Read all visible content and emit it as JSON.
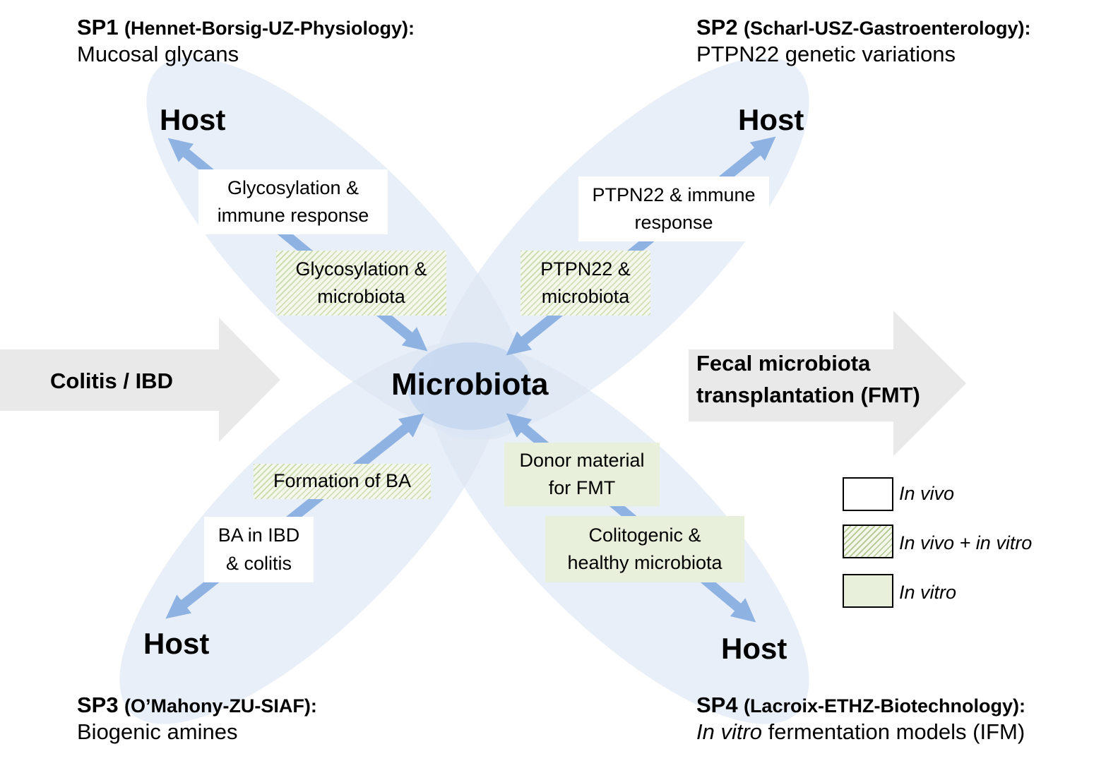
{
  "sp1": {
    "code": "SP1",
    "group": "(Hennet-Borsig-UZ-Physiology):",
    "topic": "Mucosal glycans"
  },
  "sp2": {
    "code": "SP2",
    "group": "(Scharl-USZ-Gastroenterology):",
    "topic": "PTPN22 genetic variations"
  },
  "sp3": {
    "code": "SP3",
    "group": "(O’Mahony-ZU-SIAF):",
    "topic": "Biogenic amines"
  },
  "sp4": {
    "code": "SP4",
    "group": "(Lacroix-ETHZ-Biotechnology):",
    "topic_italic": "In vitro",
    "topic_rest": " fermentation models (IFM)"
  },
  "host_label": "Host",
  "center_label": "Microbiota",
  "left_arrow_label": "Colitis / IBD",
  "right_arrow_label": {
    "line1": "Fecal microbiota",
    "line2": "transplantation (FMT)"
  },
  "boxes": {
    "sp1_invivo": {
      "line1": "Glycosylation &",
      "line2": "immune response"
    },
    "sp1_hatched": {
      "line1": "Glycosylation &",
      "line2": "microbiota"
    },
    "sp2_invivo": {
      "line1": "PTPN22 & immune",
      "line2": "response"
    },
    "sp2_hatched": {
      "line1": "PTPN22 &",
      "line2": "microbiota"
    },
    "sp3_hatched": {
      "line1": "Formation of BA"
    },
    "sp3_invivo": {
      "line1": "BA in IBD",
      "line2": "& colitis"
    },
    "sp4_invitro_top": {
      "line1": "Donor material",
      "line2": "for FMT"
    },
    "sp4_invitro_bottom": {
      "line1": "Colitogenic &",
      "line2": "healthy microbiota"
    }
  },
  "legend": [
    {
      "type": "invivo",
      "label": "In vivo"
    },
    {
      "type": "hatched",
      "label": "In vivo + in vitro"
    },
    {
      "type": "invitro",
      "label": "In vitro"
    }
  ],
  "colors": {
    "ellipse_fill": "#dbe5f4",
    "center_fill": "#c6d7ee",
    "arrow_blue": "#8eb3e3",
    "big_arrow_gray": "#e9e9e9",
    "invitro_green": "#e8efdb",
    "hatch_green": "#a8c476"
  }
}
